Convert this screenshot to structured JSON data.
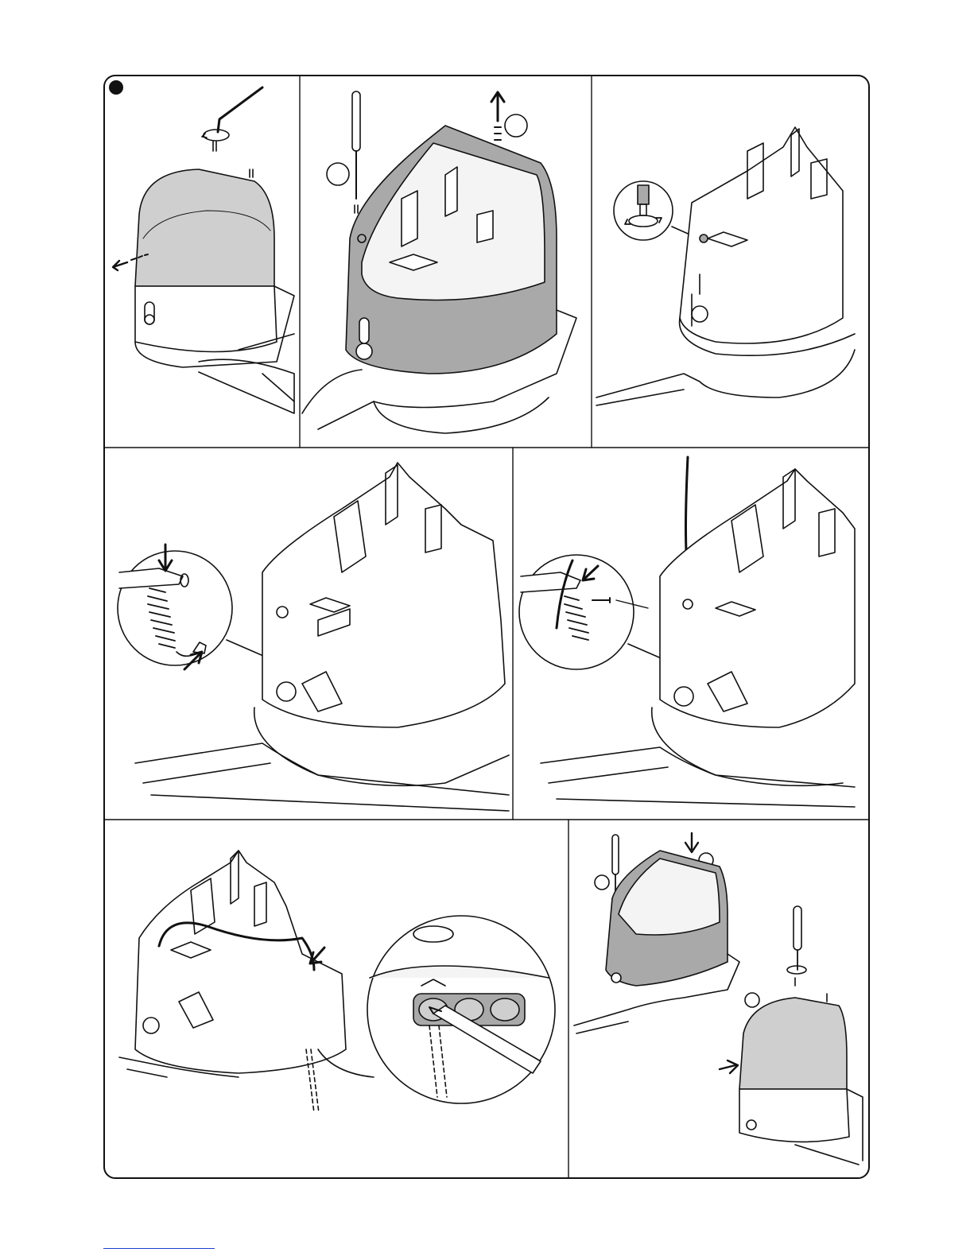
{
  "figure": {
    "marker": "●",
    "panels": [
      {
        "id": "step-1",
        "content": "remove-cover-screws"
      },
      {
        "id": "step-2",
        "content": "lift-cover-off"
      },
      {
        "id": "step-3",
        "content": "adjust-limit-screw"
      },
      {
        "id": "step-4",
        "content": "hook-spring"
      },
      {
        "id": "step-5",
        "content": "connect-cable"
      },
      {
        "id": "step-6",
        "content": "route-cable-through-grommet"
      },
      {
        "id": "step-7",
        "content": "refit-covers"
      }
    ],
    "icons": [
      "allen-key-icon",
      "screwdriver-icon",
      "arrow-icon",
      "rotate-icon",
      "spring-icon",
      "cable-icon",
      "cutter-icon",
      "grommet-icon"
    ]
  },
  "colors": {
    "line": "#111111",
    "cover_grey": "#a9a9a9",
    "cover_light": "#cfcfcf",
    "link": "#1f3fcf"
  }
}
